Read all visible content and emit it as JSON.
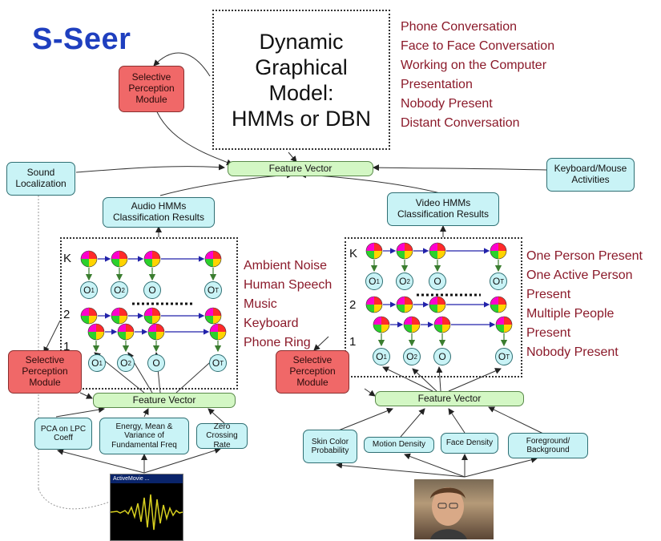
{
  "title": "S-Seer",
  "dgm": [
    "Dynamic",
    "Graphical",
    "Model:",
    "HMMs  or DBN"
  ],
  "activities": [
    "Phone Conversation",
    "Face to Face Conversation",
    "Working on the Computer",
    "Presentation",
    "Nobody Present",
    "Distant Conversation"
  ],
  "boxes": {
    "spm_top": "Selective Perception Module",
    "feature_top": "Feature Vector",
    "sound_loc": "Sound Localization",
    "kbd": "Keyboard/Mouse Activities",
    "audio_hmm": "Audio HMMs Classification Results",
    "video_hmm": "Video HMMs Classification Results",
    "spm_left": "Selective Perception Module",
    "spm_right": "Selective Perception Module",
    "feature_left": "Feature Vector",
    "feature_right": "Feature Vector",
    "pca": "PCA on LPC Coeff",
    "energy": "Energy, Mean & Variance of Fundamental Freq",
    "zero": "Zero Crossing Rate",
    "skin": "Skin Color Probability",
    "motion": "Motion Density",
    "face": "Face Density",
    "fg": "Foreground/ Background"
  },
  "audio_classes": [
    "Ambient Noise",
    "Human Speech",
    "Music",
    "Keyboard",
    "Phone Ring"
  ],
  "video_classes": [
    "One Person Present",
    "One Active Person",
    "Present",
    "Multiple People",
    "Present",
    "Nobody Present"
  ],
  "levels": {
    "k": "K",
    "two": "2",
    "one": "1"
  },
  "obs": {
    "o": "O",
    "s1": "1",
    "s2": "2",
    "sT": "T"
  },
  "window_title": "ActiveMovie ...",
  "colors": {
    "blue_title": "#1f3fbf",
    "red_text": "#8b1a2a",
    "cyan_box": "#c9f3f6",
    "green_box": "#d3f7c4",
    "red_box": "#f06868"
  }
}
